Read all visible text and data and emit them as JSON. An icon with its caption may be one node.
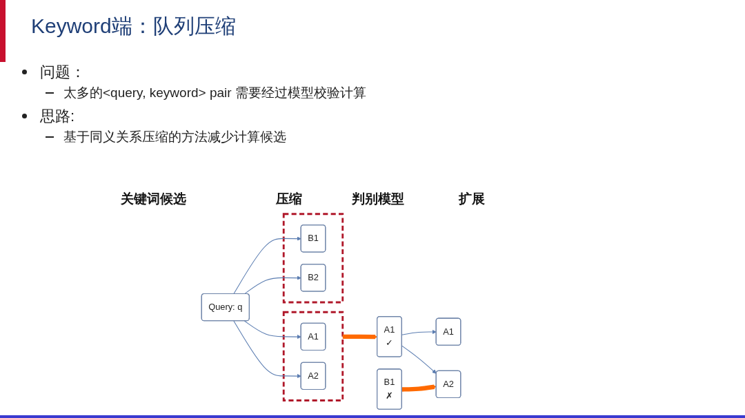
{
  "diagram": {
    "title": "Keyword端：队列压缩",
    "nodes": [
      {
        "text": [
          "Query: q"
        ]
      },
      {
        "text": [],
        "shape": "box"
      },
      {
        "text": [
          "A1"
        ],
        "in": 1
      },
      {
        "text": [
          "A2"
        ],
        "in": 1
      },
      {
        "text": [],
        "shape": "box"
      },
      {
        "text": [
          "B1"
        ],
        "in": 4
      },
      {
        "text": [
          "B2"
        ],
        "in": 4
      },
      {
        "text": [
          "A1",
          "✓"
        ]
      },
      {
        "text": [
          "B1",
          "✗"
        ]
      },
      {
        "text": [
          "A1"
        ]
      },
      {
        "text": [
          "A2"
        ]
      }
    ],
    "edges": [
      {
        "from": 0,
        "to": 2,
        "arrow": "to"
      },
      {
        "from": 0,
        "to": 3,
        "arrow": "to"
      },
      {
        "from": 0,
        "to": 5,
        "arrow": "to"
      },
      {
        "from": 0,
        "to": 6,
        "arrow": "to"
      },
      {
        "from": 1,
        "to": 7,
        "arrow": "to",
        "style": "thick",
        "color": "#ff6a00"
      },
      {
        "from": 7,
        "to": 9,
        "arrow": "to"
      },
      {
        "from": 7,
        "to": 10,
        "arrow": "to"
      },
      {
        "from": 8,
        "to": 10,
        "arrow": "to",
        "style": "thick",
        "color": "#ff6a00"
      }
    ],
    "labels": [
      "问题：",
      "太多的<query, keyword> pair 需要经过模型校验计算",
      "思路:",
      "基于同义关系压缩的方法减少计算候选",
      "关键词候选",
      "压缩",
      "判别模型",
      "扩展"
    ]
  }
}
